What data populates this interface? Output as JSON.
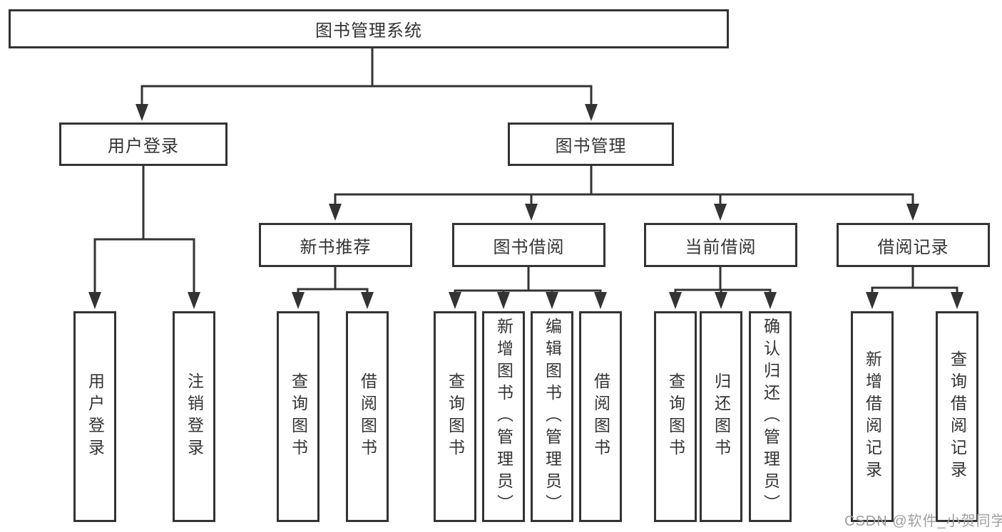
{
  "colors": {
    "line": "#333333",
    "text": "#333333",
    "box_background": "#ffffff",
    "page_background": "#ffffff",
    "watermark": "#9e9e9e"
  },
  "watermark": {
    "text": "CSDN @软件_小贺同学"
  },
  "tree": {
    "root": "图书管理系统",
    "children": [
      {
        "label": "用户登录",
        "children": [
          "用户登录",
          "注销登录"
        ]
      },
      {
        "label": "图书管理",
        "children": [
          {
            "label": "新书推荐",
            "children": [
              "查询图书",
              "借阅图书"
            ]
          },
          {
            "label": "图书借阅",
            "children": [
              "查询图书",
              "新增图书（管理员）",
              "编辑图书（管理员）",
              "借阅图书"
            ]
          },
          {
            "label": "当前借阅",
            "children": [
              "查询图书",
              "归还图书",
              "确认归还（管理员）"
            ]
          },
          {
            "label": "借阅记录",
            "children": [
              "新增借阅记录",
              "查询借阅记录"
            ]
          }
        ]
      }
    ]
  }
}
